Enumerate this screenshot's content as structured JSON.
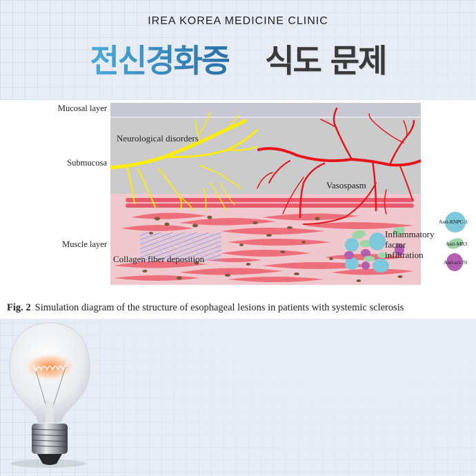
{
  "header": {
    "subtitle": "IREA KOREA MEDICINE CLINIC",
    "title_part1": "전신경화증",
    "title_part2": "식도 문제",
    "colors": {
      "title_part1_start": "#4aa9d9",
      "title_part1_end": "#2a6fa8",
      "title_part2": "#3a3a3a"
    }
  },
  "figure": {
    "layers": {
      "mucosal": "Mucosal layer",
      "submucosa": "Submucosa",
      "muscle": "Muscle layer"
    },
    "annotations": {
      "neurological": "Neurological disorders",
      "vasospasm": "Vasospasm",
      "collagen": "Collagen fiber deposition",
      "inflammatory_1": "Inflammatory",
      "inflammatory_2": "factor",
      "inflammatory_3": "infiltration"
    },
    "legend": [
      {
        "label": "Anti-RNPC-3",
        "color": "#7ec8dc"
      },
      {
        "label": "Anti-MR3",
        "color": "#9ed4a8"
      },
      {
        "label": "Anti-scl-70",
        "color": "#b25fb0"
      }
    ],
    "caption_label": "Fig. 2",
    "caption_text": "Simulation diagram of the structure of esophageal lesions in patients with systemic sclerosis",
    "colors": {
      "mucosal": "#c9c9d4",
      "submucosa": "#cbcbcb",
      "muscle_bg": "#efc9cd",
      "muscle_cells": "#ee6f7c",
      "nerve": "#ffee00",
      "vessel": "#e8141c",
      "collagen": "#9fb2ea",
      "nuclei": "#7a5a3a"
    }
  },
  "decoration": {
    "image": "light-bulb"
  }
}
